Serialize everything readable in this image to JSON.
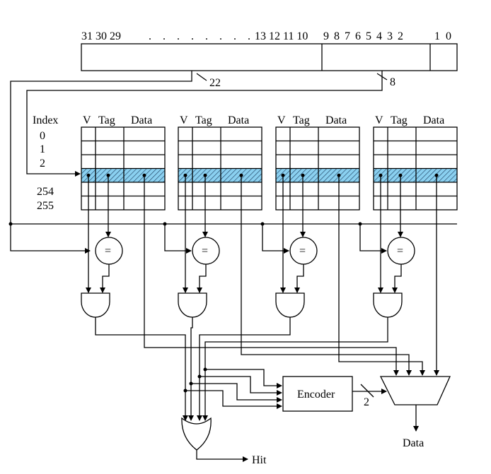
{
  "diagram": {
    "title": "4-way set associative cache",
    "address": {
      "bit_labels_high": "31 30 29",
      "bit_labels_dots": ". . . . . . . .",
      "bit_labels_mid": "13 12 11 10",
      "bit_labels_low": "9 8 7 6 5 4 3 2",
      "bit_labels_offset": "1 0",
      "tag_width_label": "22",
      "index_width_label": "8"
    },
    "index_column": {
      "header": "Index",
      "rows": [
        "0",
        "1",
        "2",
        "254",
        "255"
      ]
    },
    "ways": [
      {
        "v": "V",
        "tag": "Tag",
        "data": "Data"
      },
      {
        "v": "V",
        "tag": "Tag",
        "data": "Data"
      },
      {
        "v": "V",
        "tag": "Tag",
        "data": "Data"
      },
      {
        "v": "V",
        "tag": "Tag",
        "data": "Data"
      }
    ],
    "comparator_symbol": "=",
    "encoder_label": "Encoder",
    "encoder_width_label": "2",
    "hit_label": "Hit",
    "data_out_label": "Data",
    "colors": {
      "selected_row_fill": "#8ad0f0",
      "line": "#000000"
    }
  }
}
